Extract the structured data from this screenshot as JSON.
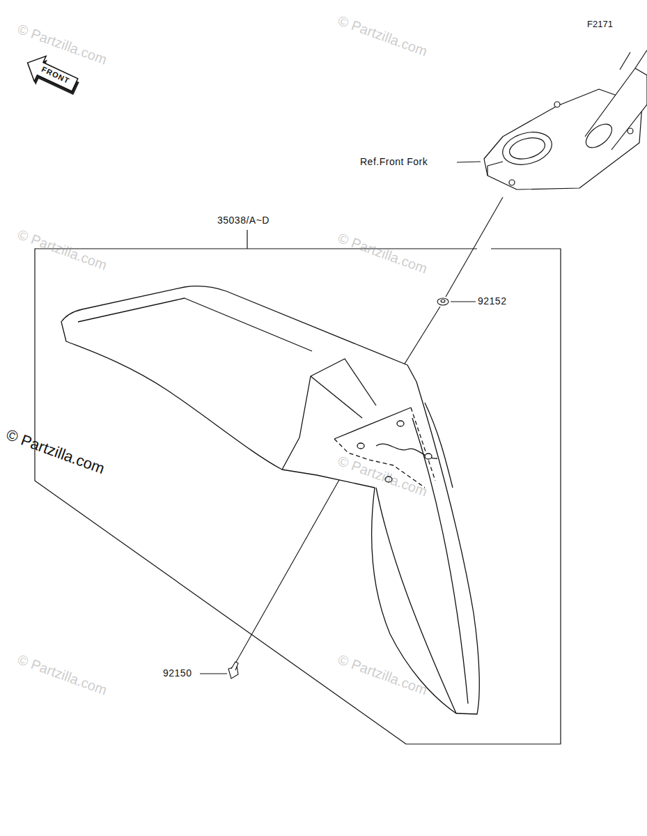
{
  "diagram": {
    "labels": [
      "F2171",
      "FRONT",
      "Ref.Front Fork",
      "35038/A~D",
      "92152",
      "92150",
      "© Partzilla.com",
      "© Partzilla.com",
      "© Partzilla.com",
      "© Partzilla.com",
      "© Partzilla.com",
      "© Partzilla.com",
      "© Partzilla.com",
      "© Partzilla.com"
    ]
  }
}
